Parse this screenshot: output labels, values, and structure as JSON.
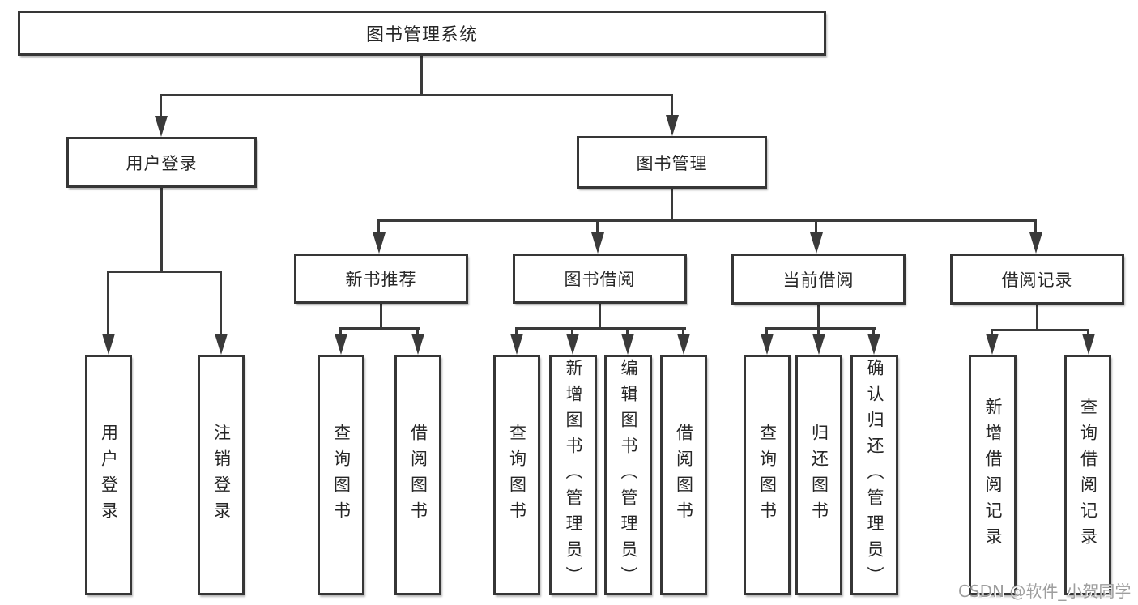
{
  "diagram_type": "hierarchy-tree",
  "colors": {
    "background": "#ffffff",
    "line": "#3a3a3a",
    "box_border": "#363636",
    "text": "#262626",
    "watermark": "#9e9e9e"
  },
  "tree": {
    "label": "图书管理系统",
    "children": [
      {
        "label": "用户登录",
        "children": [
          {
            "label": "用户登录"
          },
          {
            "label": "注销登录"
          }
        ]
      },
      {
        "label": "图书管理",
        "children": [
          {
            "label": "新书推荐",
            "children": [
              {
                "label": "查询图书"
              },
              {
                "label": "借阅图书"
              }
            ]
          },
          {
            "label": "图书借阅",
            "children": [
              {
                "label": "查询图书"
              },
              {
                "label": "新增图书（管理员）"
              },
              {
                "label": "编辑图书（管理员）"
              },
              {
                "label": "借阅图书"
              }
            ]
          },
          {
            "label": "当前借阅",
            "children": [
              {
                "label": "查询图书"
              },
              {
                "label": "归还图书"
              },
              {
                "label": "确认归还（管理员）"
              }
            ]
          },
          {
            "label": "借阅记录",
            "children": [
              {
                "label": "新增借阅记录"
              },
              {
                "label": "查询借阅记录"
              }
            ]
          }
        ]
      }
    ]
  },
  "watermark": {
    "text": "CSDN @软件_小贺同学"
  }
}
